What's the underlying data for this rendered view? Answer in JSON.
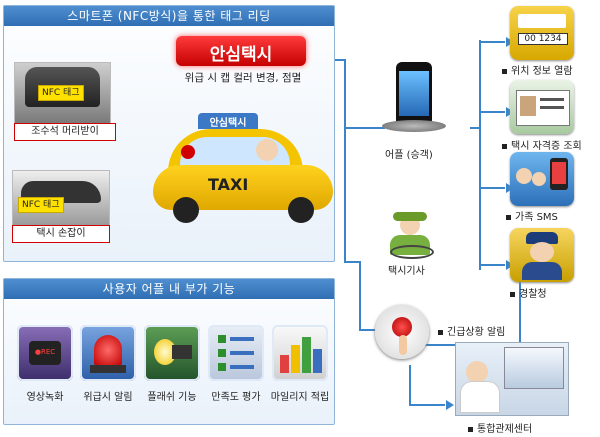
{
  "top_panel": {
    "title": "스마트폰 (NFC방식)을 통한 태그 리딩",
    "nfc_tag_1": "NFC 태그",
    "nfc_tag_2": "NFC 태그",
    "headrest_label": "조수석 머리받이",
    "handle_label": "택시 손잡이",
    "sign_text": "안심택시",
    "sign_caption": "위급 시 캡 컬러 변경, 점멸",
    "car_roof": "안심택시",
    "car_door": "TAXI"
  },
  "bottom_panel": {
    "title": "사용자 어플 내 부가 기능",
    "features": [
      {
        "label": "영상녹화",
        "icon": "rec-camera-icon",
        "badge": "●REC"
      },
      {
        "label": "위급시 알림",
        "icon": "siren-icon"
      },
      {
        "label": "플래쉬 기능",
        "icon": "flashlight-icon"
      },
      {
        "label": "만족도 평가",
        "icon": "checklist-icon"
      },
      {
        "label": "마일리지 적립",
        "icon": "bar-chart-icon"
      }
    ]
  },
  "flow": {
    "app_label": "어플 (승객)",
    "driver_label": "택시기사",
    "emergency_label": "긴급상황 알림",
    "center_label": "통합관제센터"
  },
  "outputs": [
    {
      "label": "위치 정보 열람",
      "icon": "taxi-plate-icon",
      "plate": "00 1234"
    },
    {
      "label": "택시 자격증 조회",
      "icon": "license-card-icon"
    },
    {
      "label": "가족 SMS",
      "icon": "family-sms-icon"
    },
    {
      "label": "경찰청",
      "icon": "police-officer-icon"
    }
  ],
  "colors": {
    "connector": "#3a84c9",
    "accent": "#d10000",
    "panel_header": "#3a7cc0"
  }
}
